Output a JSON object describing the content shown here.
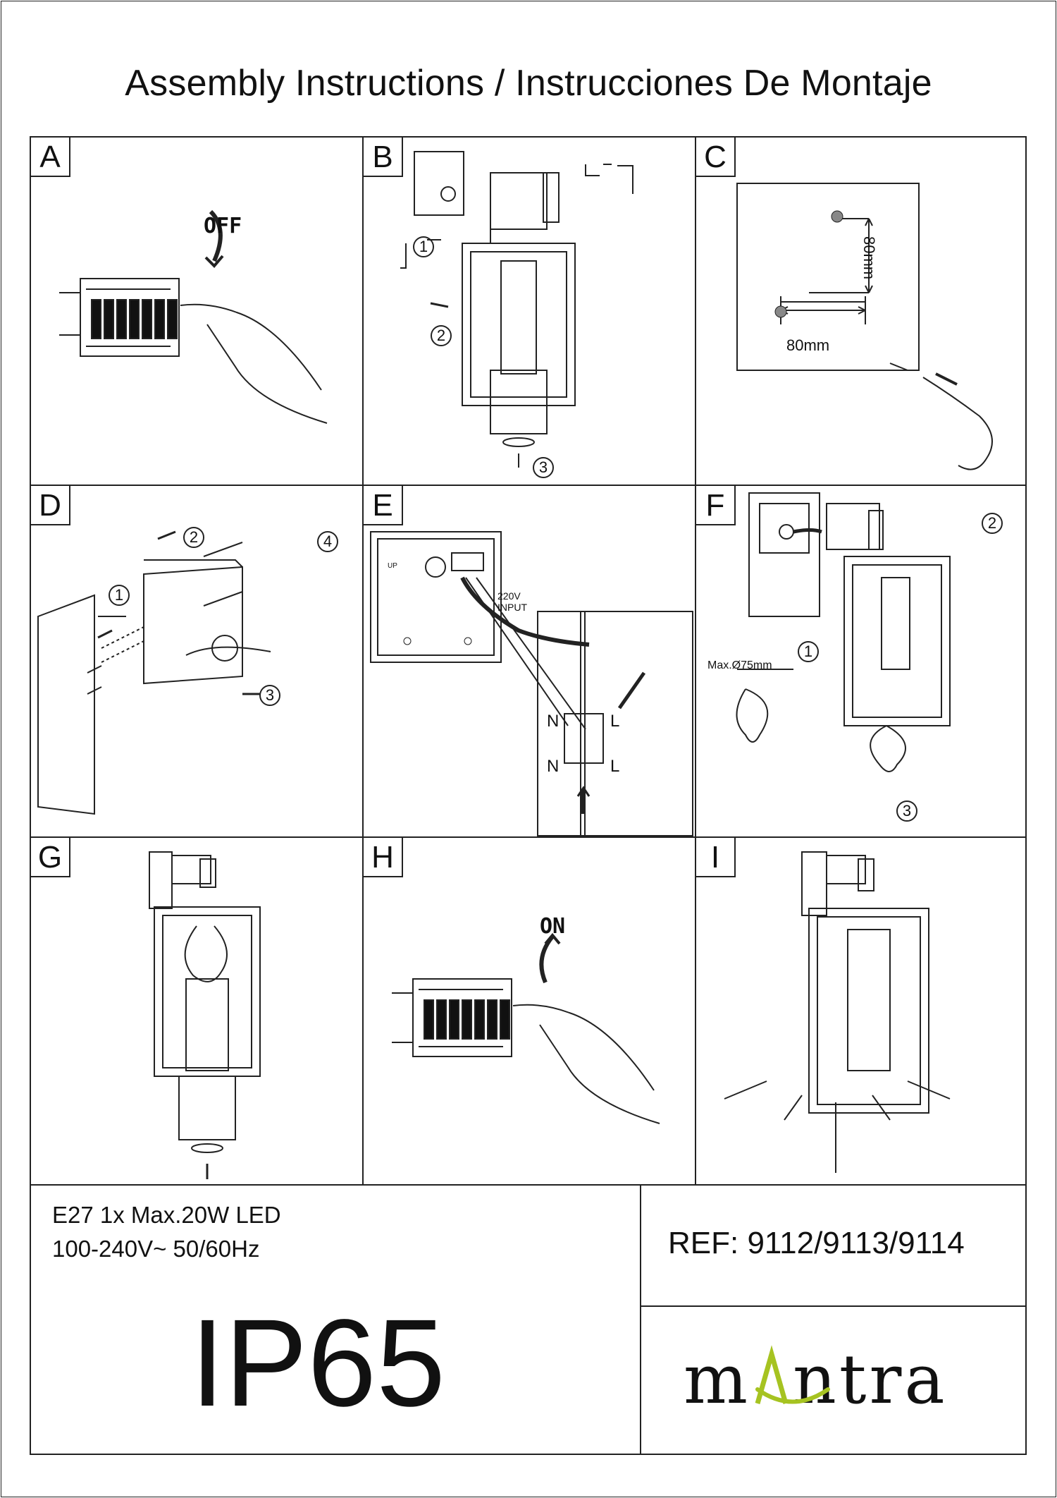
{
  "title": "Assembly Instructions / Instrucciones De Montaje",
  "steps": [
    {
      "letter": "A"
    },
    {
      "letter": "B"
    },
    {
      "letter": "C"
    },
    {
      "letter": "D"
    },
    {
      "letter": "E"
    },
    {
      "letter": "F"
    },
    {
      "letter": "G"
    },
    {
      "letter": "H"
    },
    {
      "letter": "I"
    }
  ],
  "labels": {
    "off": "OFF",
    "on": "ON",
    "dim_v": "80mm",
    "dim_h": "80mm",
    "input_line1": "220V",
    "input_line2": "INPUT",
    "up": "UP",
    "max_bulb": "Max.Ø75mm",
    "n": "N",
    "l": "L",
    "c1": "1",
    "c2": "2",
    "c3": "3",
    "c4": "4"
  },
  "specs": {
    "line1": "E27 1x Max.20W LED",
    "line2": "100-240V~ 50/60Hz",
    "ip": "IP65",
    "ref": "REF: 9112/9113/9114"
  },
  "brand": {
    "name_left": "m",
    "name_right": "ntra",
    "accent_color": "#a6c321"
  },
  "colors": {
    "line": "#222222",
    "background": "#ffffff"
  }
}
